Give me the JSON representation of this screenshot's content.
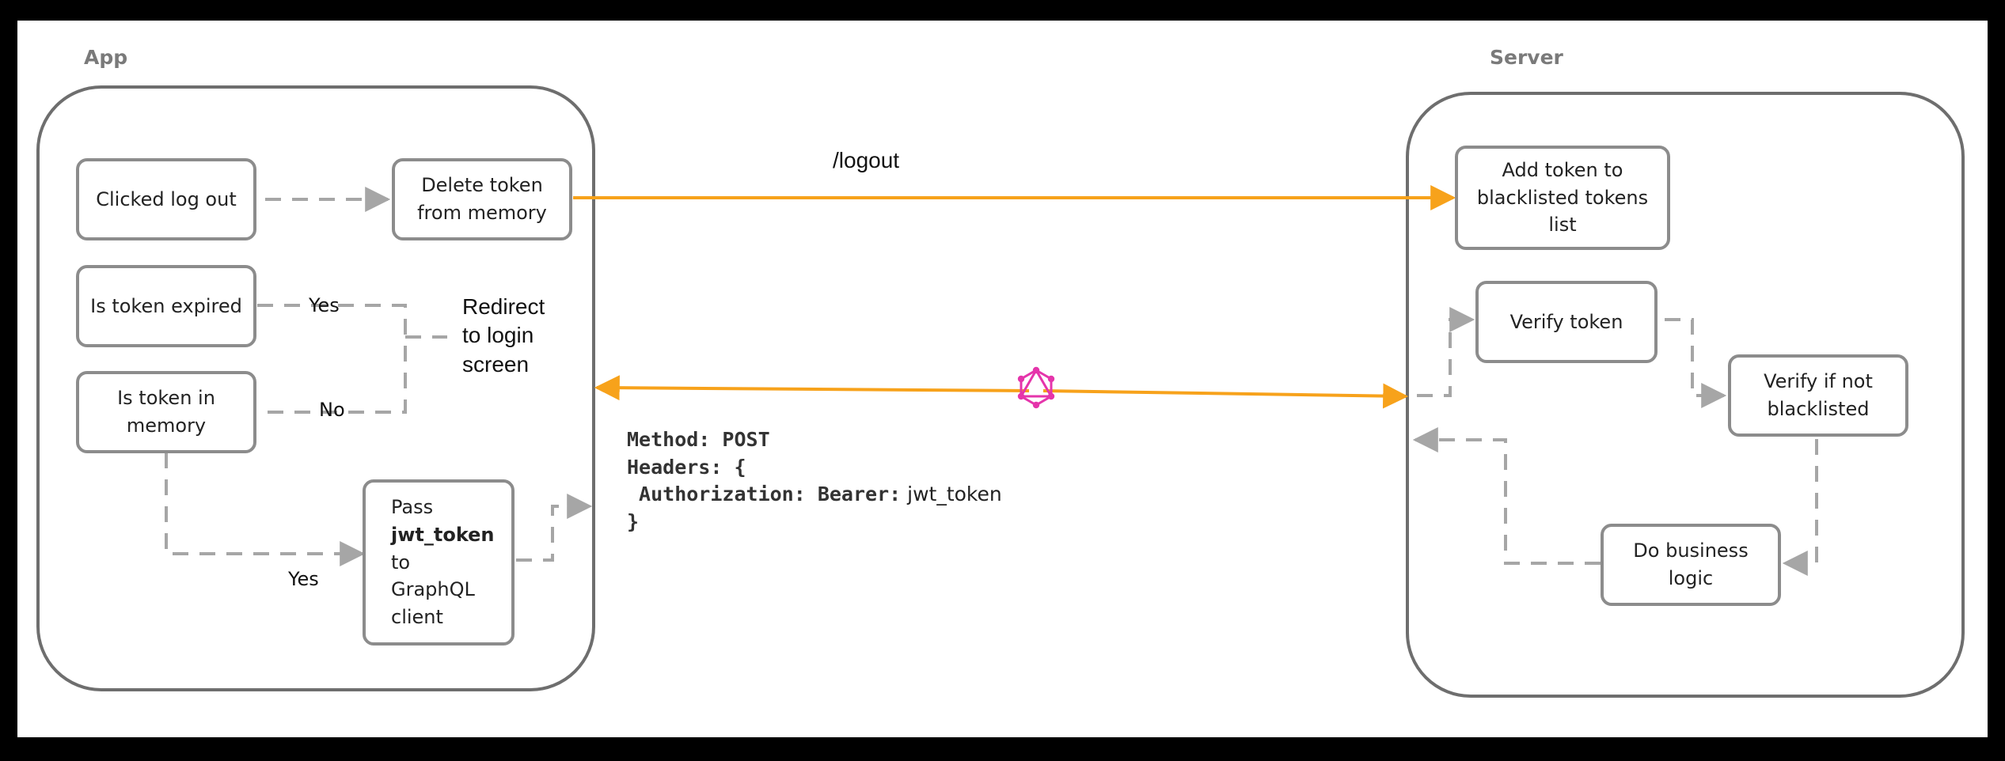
{
  "colors": {
    "background": "#000000",
    "canvas": "#ffffff",
    "container_border": "#6e6e6e",
    "node_border": "#8c8c8c",
    "dashed_arrow": "#a6a6a6",
    "request_arrow": "#f7a21b",
    "graphql_icon": "#e535ab"
  },
  "sections": {
    "app": "App",
    "server": "Server"
  },
  "nodes": {
    "clicked_logout": "Clicked log out",
    "delete_token": "Delete token from memory",
    "is_token_expired": "Is token expired",
    "is_token_in_memory": "Is token in memory",
    "pass_token": {
      "line1": "Pass",
      "line2": "jwt_token",
      "line3": "to",
      "line4": "GraphQL",
      "line5": "client"
    },
    "add_token_blacklist": "Add token to blacklisted tokens list",
    "verify_token": "Verify token",
    "verify_not_blacklisted": "Verify if not blacklisted",
    "business_logic": "Do business logic"
  },
  "labels": {
    "yes_expired": "Yes",
    "no_memory": "No",
    "yes_memory": "Yes",
    "redirect": {
      "line1": "Redirect",
      "line2": "to login",
      "line3": "screen"
    },
    "logout_path": "/logout"
  },
  "request": {
    "line1": "Method: POST",
    "line2": "Headers: {",
    "line3_key": " Authorization: Bearer:",
    "line3_value": " jwt_token",
    "line4": "}"
  },
  "icons": {
    "graphql": "graphql-logo-icon"
  }
}
